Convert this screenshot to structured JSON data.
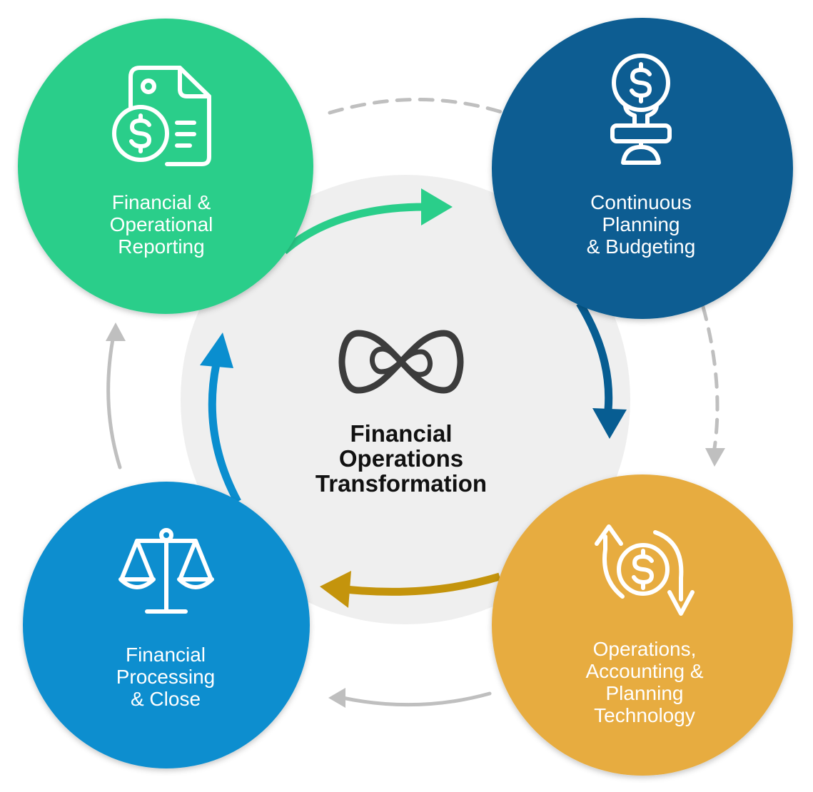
{
  "center": {
    "icon": "infinity-icon",
    "lines": [
      "Financial",
      "Operations",
      "Transformation"
    ]
  },
  "nodes": [
    {
      "id": "reporting",
      "icon": "invoice-dollar-icon",
      "color": "#2ace8a",
      "lines": [
        "Financial &",
        "Operational",
        "Reporting"
      ]
    },
    {
      "id": "planning",
      "icon": "dollar-bulb-desk-icon",
      "color": "#075d92",
      "lines": [
        "Continuous",
        "Planning",
        "& Budgeting"
      ]
    },
    {
      "id": "technology",
      "icon": "dollar-cycle-arrows-icon",
      "color": "#e7ac3f",
      "lines": [
        "Operations,",
        "Accounting &",
        "Planning",
        "Technology"
      ]
    },
    {
      "id": "processing",
      "icon": "scales-icon",
      "color": "#0a8ecf",
      "lines": [
        "Financial",
        "Processing",
        "& Close"
      ]
    }
  ],
  "colors": {
    "ring_background": "#efefef",
    "arrow_green": "#2ace8a",
    "arrow_navy": "#075d92",
    "arrow_gold": "#c4940c",
    "arrow_blue": "#0a8ecf",
    "outer_arrow_gray": "#bfbfbf",
    "icon_stroke": "#ffffff",
    "center_icon_stroke": "#3c3c3c"
  }
}
